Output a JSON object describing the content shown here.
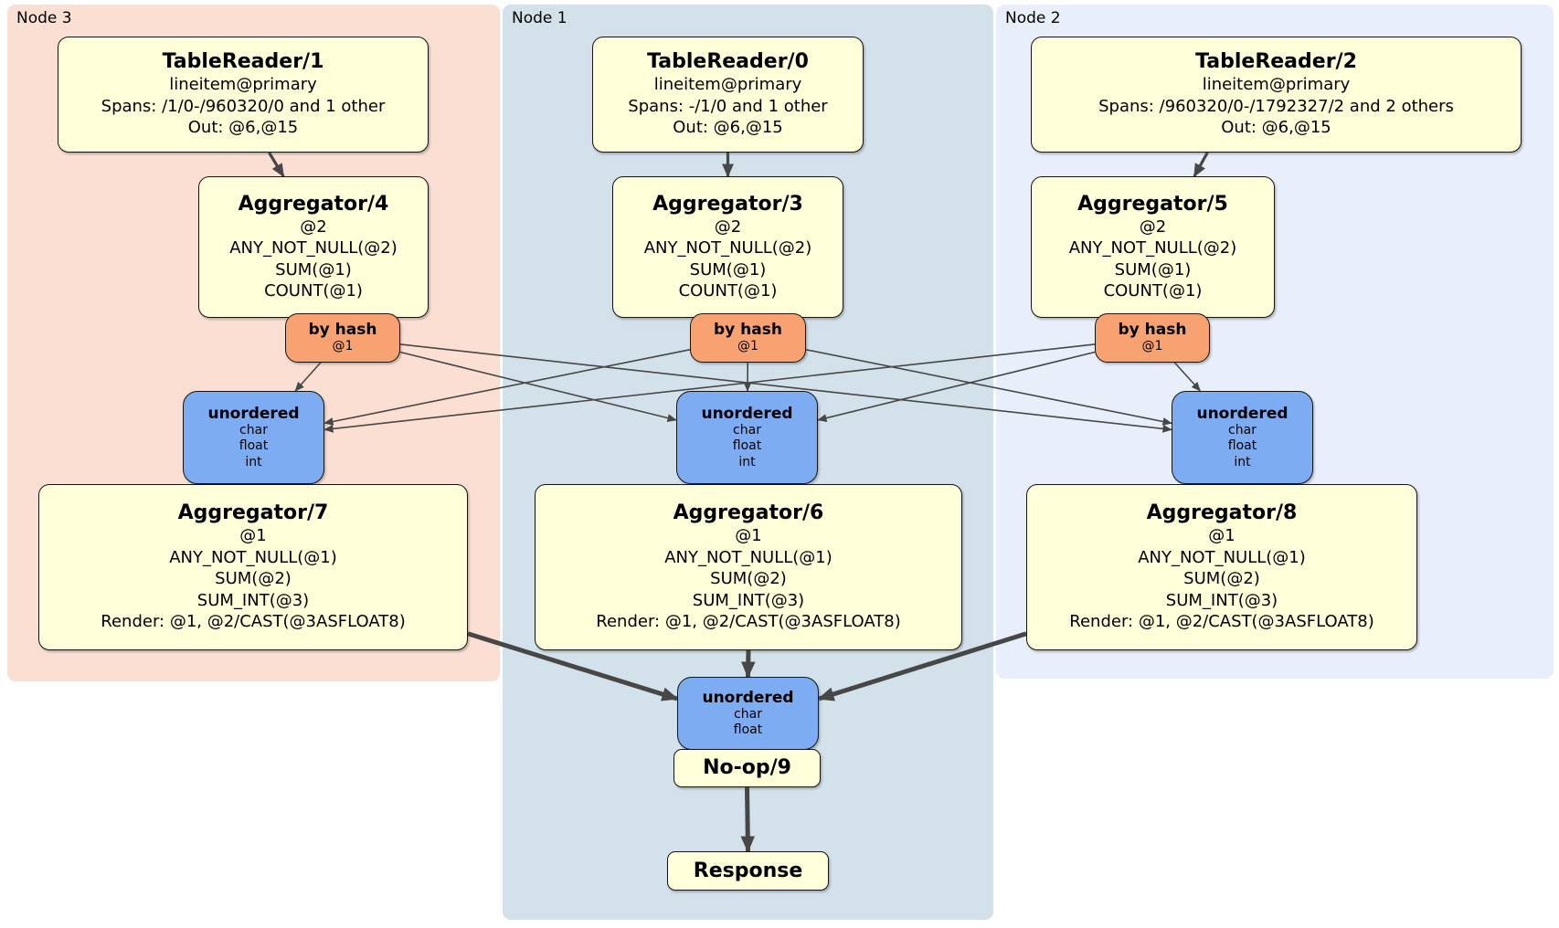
{
  "regions": {
    "node3": {
      "label": "Node 3"
    },
    "node1": {
      "label": "Node 1"
    },
    "node2": {
      "label": "Node 2"
    }
  },
  "colors": {
    "node3_bg": "#fcdfd3",
    "node1_bg": "#d2e1ea",
    "node2_bg": "#e8eefa",
    "processor_bg": "#ffffd9",
    "router_bg": "#f8a171",
    "sync_bg": "#7dacf2",
    "edge": "#474747"
  },
  "boxes": {
    "tr1": {
      "title": "TableReader/1",
      "lines": [
        "lineitem@primary",
        "Spans: /1/0-/960320/0 and 1 other",
        "Out: @6,@15"
      ]
    },
    "agg4": {
      "title": "Aggregator/4",
      "lines": [
        "@2",
        "ANY_NOT_NULL(@2)",
        "SUM(@1)",
        "COUNT(@1)"
      ]
    },
    "byhash3": {
      "title": "by hash",
      "lines": [
        "@1"
      ]
    },
    "unordered3": {
      "title": "unordered",
      "lines": [
        "char",
        "float",
        "int"
      ]
    },
    "agg7": {
      "title": "Aggregator/7",
      "lines": [
        "@1",
        "ANY_NOT_NULL(@1)",
        "SUM(@2)",
        "SUM_INT(@3)",
        "Render: @1, @2/CAST(@3ASFLOAT8)"
      ]
    },
    "tr0": {
      "title": "TableReader/0",
      "lines": [
        "lineitem@primary",
        "Spans: -/1/0 and 1 other",
        "Out: @6,@15"
      ]
    },
    "agg3": {
      "title": "Aggregator/3",
      "lines": [
        "@2",
        "ANY_NOT_NULL(@2)",
        "SUM(@1)",
        "COUNT(@1)"
      ]
    },
    "byhash1": {
      "title": "by hash",
      "lines": [
        "@1"
      ]
    },
    "unordered1": {
      "title": "unordered",
      "lines": [
        "char",
        "float",
        "int"
      ]
    },
    "agg6": {
      "title": "Aggregator/6",
      "lines": [
        "@1",
        "ANY_NOT_NULL(@1)",
        "SUM(@2)",
        "SUM_INT(@3)",
        "Render: @1, @2/CAST(@3ASFLOAT8)"
      ]
    },
    "tr2": {
      "title": "TableReader/2",
      "lines": [
        "lineitem@primary",
        "Spans: /960320/0-/1792327/2 and 2 others",
        "Out: @6,@15"
      ]
    },
    "agg5": {
      "title": "Aggregator/5",
      "lines": [
        "@2",
        "ANY_NOT_NULL(@2)",
        "SUM(@1)",
        "COUNT(@1)"
      ]
    },
    "byhash2": {
      "title": "by hash",
      "lines": [
        "@1"
      ]
    },
    "unordered2": {
      "title": "unordered",
      "lines": [
        "char",
        "float",
        "int"
      ]
    },
    "agg8": {
      "title": "Aggregator/8",
      "lines": [
        "@1",
        "ANY_NOT_NULL(@1)",
        "SUM(@2)",
        "SUM_INT(@3)",
        "Render: @1, @2/CAST(@3ASFLOAT8)"
      ]
    },
    "unordered_final": {
      "title": "unordered",
      "lines": [
        "char",
        "float"
      ]
    },
    "noop9": {
      "title": "No-op/9",
      "lines": []
    },
    "response": {
      "title": "Response",
      "lines": []
    }
  },
  "edges": [
    {
      "from": "tr1",
      "to": "agg4",
      "w": 3.2,
      "m": "m",
      "ff": [
        0.57,
        1
      ],
      "tf": [
        0.37,
        0
      ]
    },
    {
      "from": "tr0",
      "to": "agg3",
      "w": 3.2,
      "m": "m",
      "ff": [
        0.5,
        1
      ],
      "tf": [
        0.5,
        0
      ]
    },
    {
      "from": "tr2",
      "to": "agg5",
      "w": 3.2,
      "m": "m",
      "ff": [
        0.36,
        1
      ],
      "tf": [
        0.67,
        0
      ]
    },
    {
      "from": "byhash3",
      "to": "unordered3",
      "w": 1.6,
      "m": "s"
    },
    {
      "from": "byhash3",
      "to": "unordered1",
      "w": 1.6,
      "m": "s"
    },
    {
      "from": "byhash3",
      "to": "unordered2",
      "w": 1.6,
      "m": "s"
    },
    {
      "from": "byhash1",
      "to": "unordered3",
      "w": 1.6,
      "m": "s"
    },
    {
      "from": "byhash1",
      "to": "unordered1",
      "w": 1.6,
      "m": "s"
    },
    {
      "from": "byhash1",
      "to": "unordered2",
      "w": 1.6,
      "m": "s"
    },
    {
      "from": "byhash2",
      "to": "unordered3",
      "w": 1.6,
      "m": "s"
    },
    {
      "from": "byhash2",
      "to": "unordered1",
      "w": 1.6,
      "m": "s"
    },
    {
      "from": "byhash2",
      "to": "unordered2",
      "w": 1.6,
      "m": "s"
    },
    {
      "from": "agg7",
      "to": "unordered_final",
      "w": 5,
      "m": "l",
      "ff": [
        1,
        0.9
      ],
      "tf": [
        0,
        0.3
      ]
    },
    {
      "from": "agg6",
      "to": "unordered_final",
      "w": 5,
      "m": "l",
      "ff": [
        0.5,
        1
      ],
      "tf": [
        0.5,
        0
      ]
    },
    {
      "from": "agg8",
      "to": "unordered_final",
      "w": 5,
      "m": "l",
      "ff": [
        0,
        0.9
      ],
      "tf": [
        1,
        0.3
      ]
    },
    {
      "from": "noop9",
      "to": "response",
      "w": 5,
      "m": "l",
      "ff": [
        0.5,
        1
      ],
      "tf": [
        0.5,
        0
      ]
    }
  ]
}
